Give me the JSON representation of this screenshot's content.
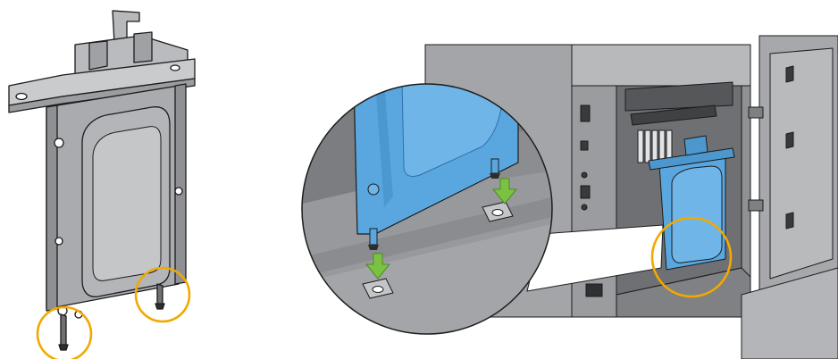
{
  "colors": {
    "background": "#ffffff",
    "bracket_gray": "#a9abae",
    "bracket_light": "#c9cbcd",
    "line_dark": "#1c1c1c",
    "highlight_circle": "#f2a900",
    "arrow_green": "#7cc242",
    "drive_blue": "#5aa7e0",
    "drive_blue_dark": "#2f6fa7",
    "printer_gray": "#8f9194",
    "printer_dark": "#5e6063",
    "printer_light": "#c4c5c7",
    "zoom_bg": "#7b7d80",
    "zoom_floor": "#97999c"
  },
  "illustration": {
    "left_panel": {
      "subject": "hard-disk-bracket",
      "highlight_count": 2
    },
    "right_panel": {
      "subject": "printer-interior-with-installed-drive",
      "highlight_count": 1,
      "callout": "zoomed-detail-circle",
      "arrows": [
        "down-arrow-left-pin",
        "down-arrow-right-pin"
      ]
    }
  }
}
